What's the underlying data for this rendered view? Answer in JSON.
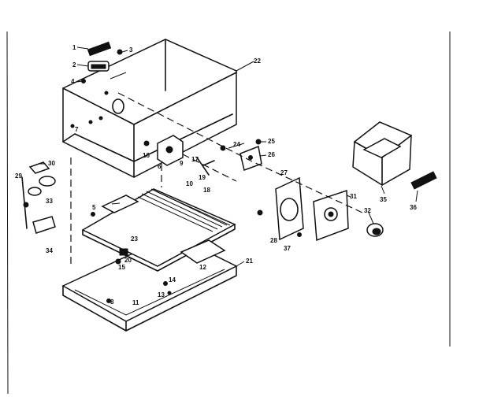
{
  "diagram": {
    "callouts": {
      "c1": "1",
      "c2": "2",
      "c3": "3",
      "c4": "4",
      "c5": "5",
      "c6": "6",
      "c7": "7",
      "c8": "8",
      "c9": "9",
      "c10": "10",
      "c11": "11",
      "c12": "12",
      "c13": "13",
      "c14": "14",
      "c15": "15",
      "c16": "16",
      "c17": "17",
      "c18": "18",
      "c19": "19",
      "c20": "20",
      "c21": "21",
      "c22": "22",
      "c23": "23",
      "c24": "24",
      "c25": "25",
      "c26": "26",
      "c27": "27",
      "c28": "28",
      "c29": "29",
      "c30": "30",
      "c31": "31",
      "c32": "32",
      "c33": "33",
      "c34": "34",
      "c35": "35",
      "c36": "36",
      "c37": "37"
    }
  }
}
